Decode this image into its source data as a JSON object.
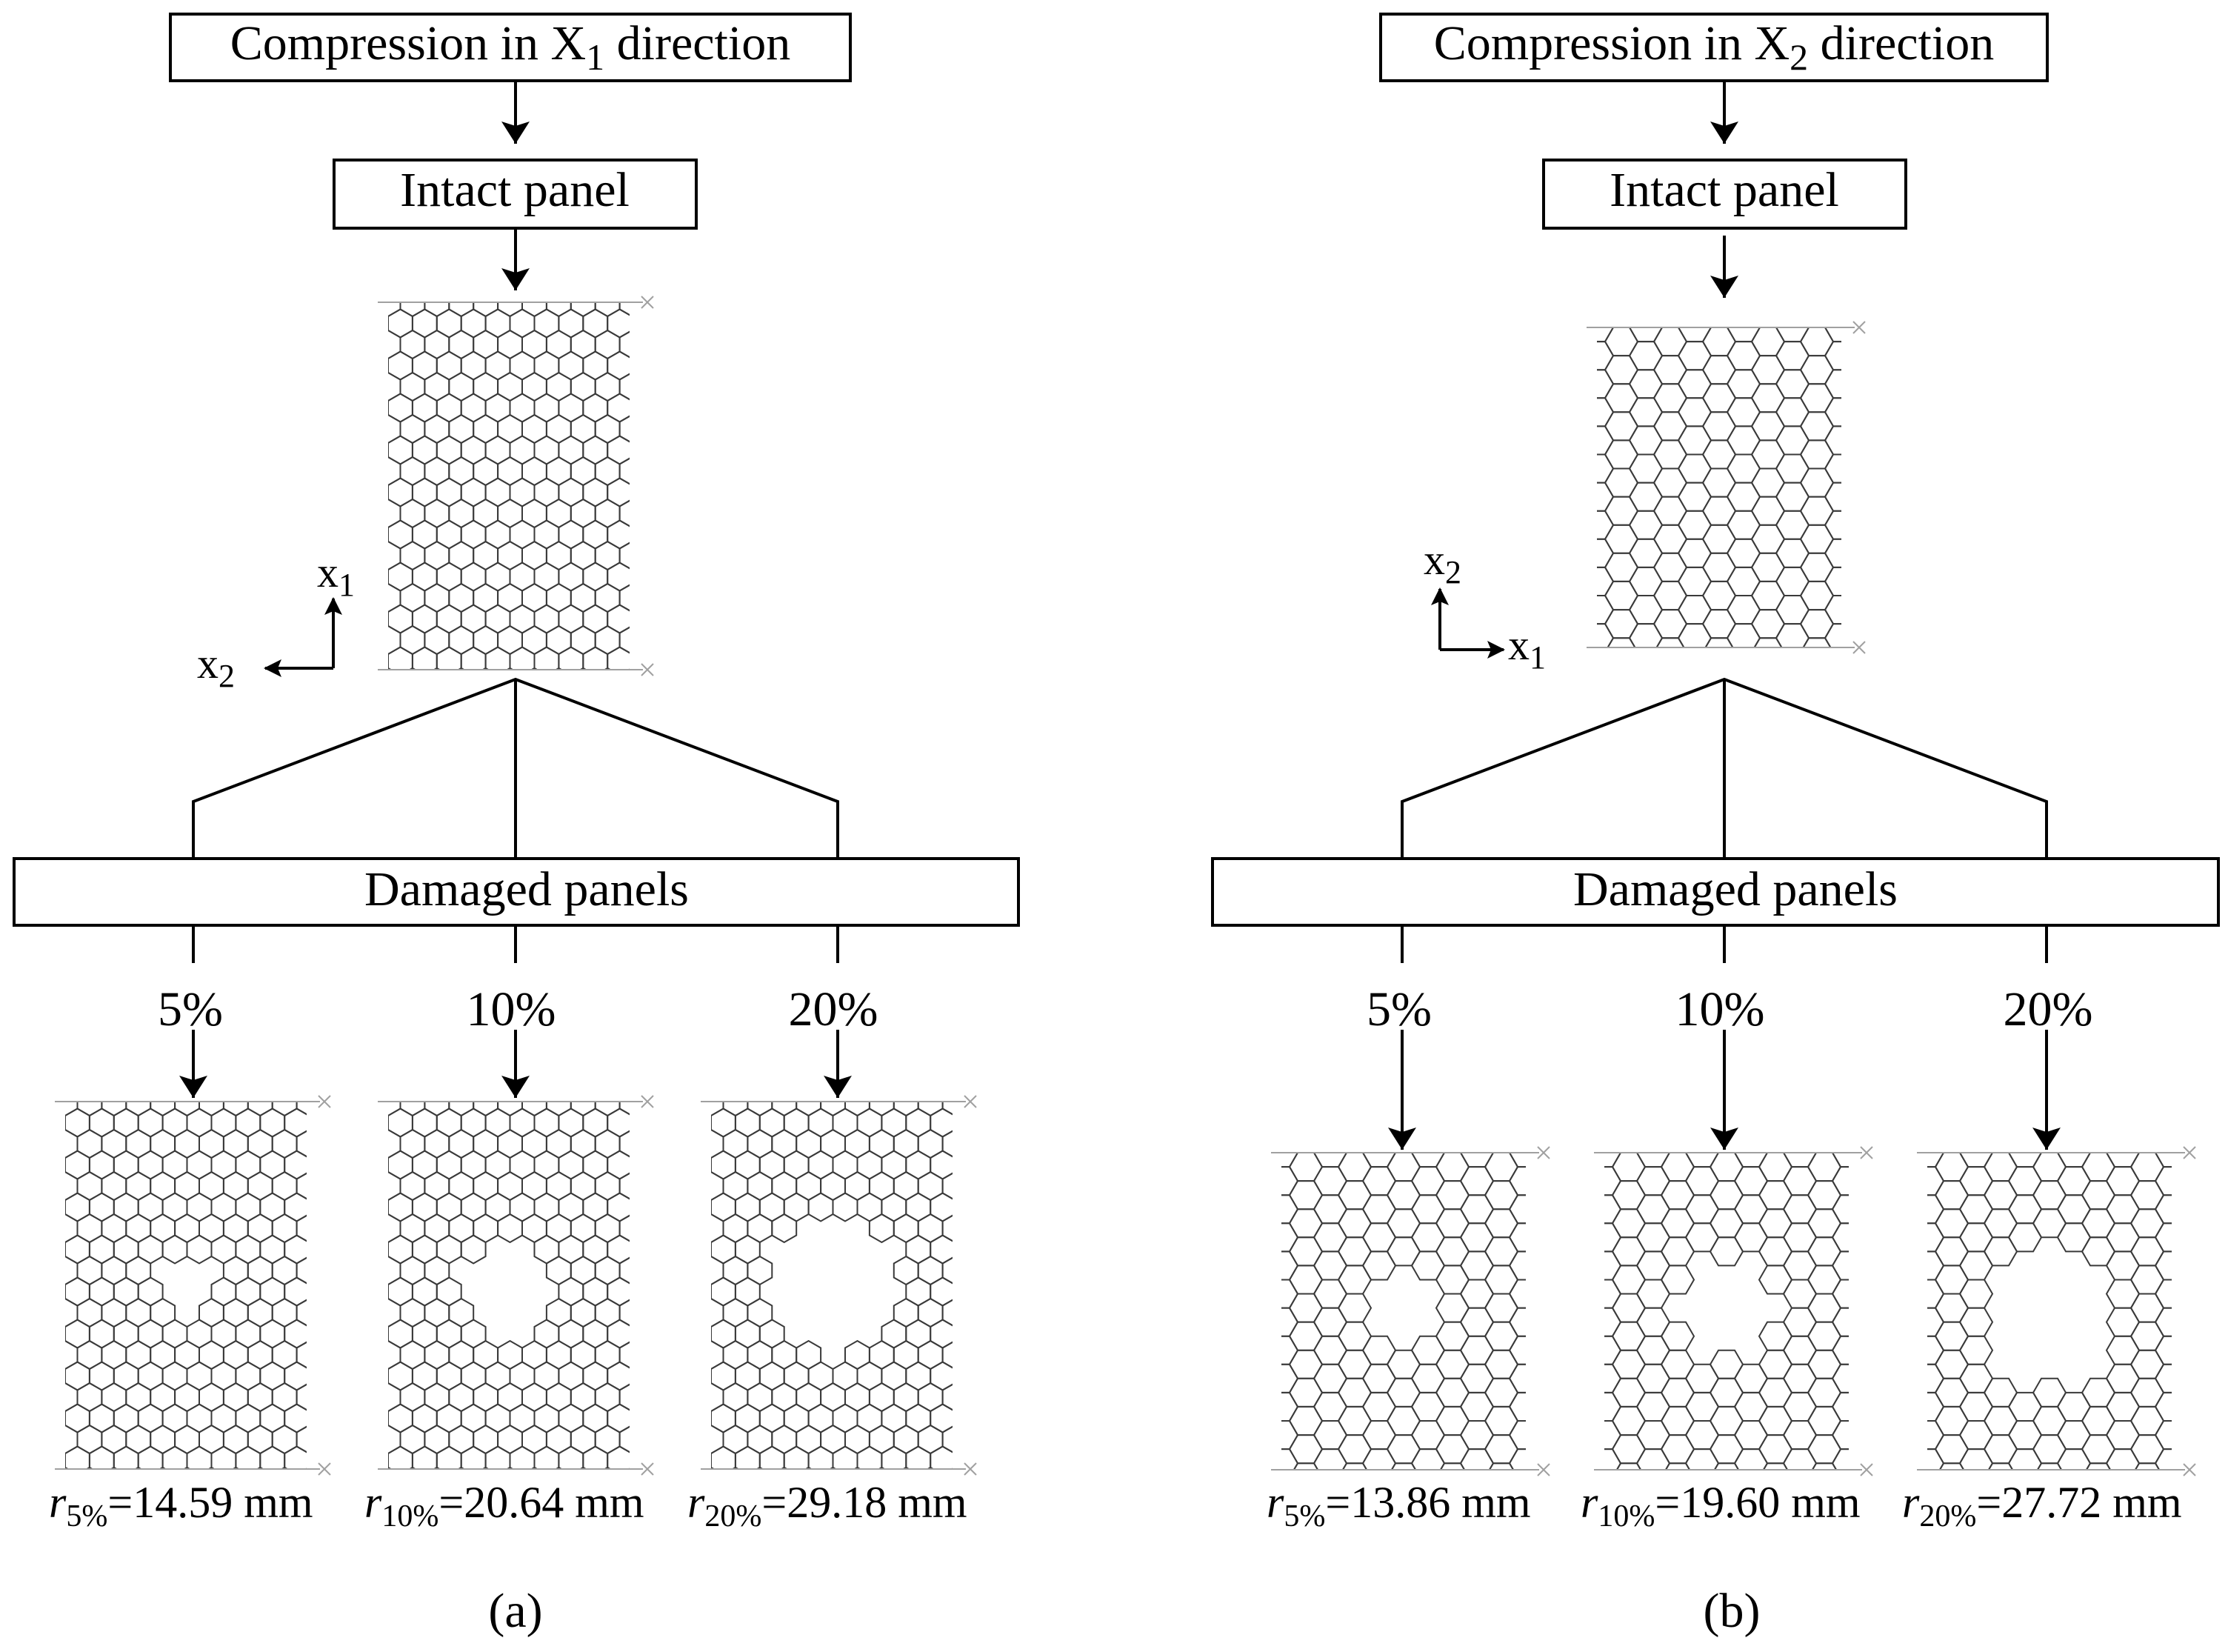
{
  "panels": [
    {
      "id": "a",
      "title": "Compression in X",
      "title_subscript": "1",
      "title_suffix": " direction",
      "intact_label": "Intact panel",
      "damaged_label": "Damaged panels",
      "axes": {
        "vertical": "x",
        "vertical_sub": "1",
        "horizontal": "x",
        "horizontal_sub": "2"
      },
      "percentages": [
        "5%",
        "10%",
        "20%"
      ],
      "radii": [
        {
          "r": "r",
          "sub": "5%",
          "value": "=14.59 mm"
        },
        {
          "r": "r",
          "sub": "10%",
          "value": "=20.64 mm"
        },
        {
          "r": "r",
          "sub": "20%",
          "value": "=29.18 mm"
        }
      ],
      "caption": "(a)"
    },
    {
      "id": "b",
      "title": "Compression in X",
      "title_subscript": "2",
      "title_suffix": " direction",
      "intact_label": "Intact panel",
      "damaged_label": "Damaged panels",
      "axes": {
        "vertical": "x",
        "vertical_sub": "2",
        "horizontal": "x",
        "horizontal_sub": "1"
      },
      "percentages": [
        "5%",
        "10%",
        "20%"
      ],
      "radii": [
        {
          "r": "r",
          "sub": "5%",
          "value": "=13.86 mm"
        },
        {
          "r": "r",
          "sub": "10%",
          "value": "=19.60 mm"
        },
        {
          "r": "r",
          "sub": "20%",
          "value": "=27.72 mm"
        }
      ],
      "caption": "(b)"
    }
  ],
  "colors": {
    "line": "#000000",
    "honeycomb": "#3a3a3a",
    "boundary": "#a0a0a0"
  }
}
